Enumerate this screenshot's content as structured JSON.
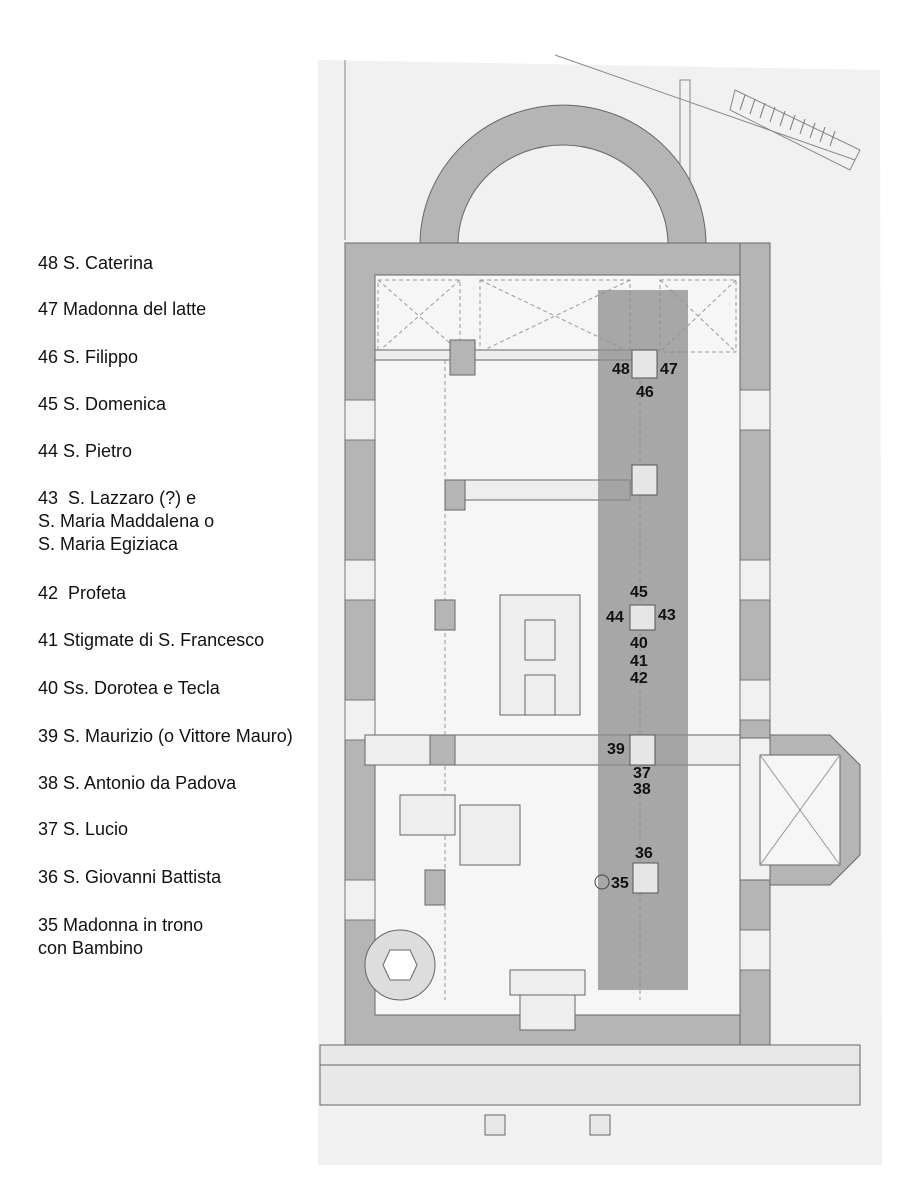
{
  "legend": [
    {
      "text": "48 S. Caterina"
    },
    {
      "text": "47 Madonna del latte"
    },
    {
      "text": "46 S. Filippo"
    },
    {
      "text": "45 S. Domenica"
    },
    {
      "text": "44 S. Pietro"
    },
    {
      "text": "43  S. Lazzaro (?) e\nS. Maria Maddalena o\nS. Maria Egiziaca"
    },
    {
      "text": "42  Profeta"
    },
    {
      "text": "41 Stigmate di S. Francesco"
    },
    {
      "text": "40 Ss. Dorotea e Tecla"
    },
    {
      "text": "39 S. Maurizio (o Vittore Mauro)"
    },
    {
      "text": "38 S. Antonio da Padova"
    },
    {
      "text": "37 S. Lucio"
    },
    {
      "text": "36 S. Giovanni Battista"
    },
    {
      "text": "35 Madonna in trono\ncon Bambino"
    }
  ],
  "plan_numbers": {
    "n48": "48",
    "n47": "47",
    "n46": "46",
    "n45": "45",
    "n44": "44",
    "n43": "43",
    "n40": "40",
    "n41": "41",
    "n42": "42",
    "n39": "39",
    "n37": "37",
    "n38": "38",
    "n36": "36",
    "n35": "35"
  },
  "colors": {
    "wall": "#b5b5b5",
    "highlight": "#8c8c8c",
    "paper": "#f1f1f1"
  }
}
